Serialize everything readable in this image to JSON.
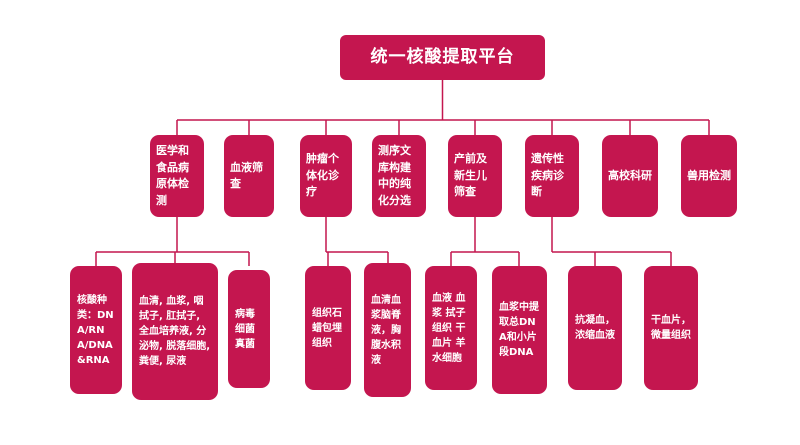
{
  "colors": {
    "node_fill": "#c4164f",
    "node_text": "#ffffff",
    "connector": "#c4164f",
    "background": "#ffffff"
  },
  "diagram": {
    "type": "tree",
    "root": {
      "label": "统一核酸提取平台"
    },
    "level2": [
      {
        "id": "medical-food-pathogen-detection",
        "label": "医学和食品病原体检测"
      },
      {
        "id": "blood-screening",
        "label": "血液筛查"
      },
      {
        "id": "personalized-tumor-therapy",
        "label": "肿瘤个体化诊疗"
      },
      {
        "id": "sequencing-library-purification",
        "label": "测序文库构建中的纯化分选"
      },
      {
        "id": "prenatal-newborn-screening",
        "label": "产前及新生儿筛查"
      },
      {
        "id": "genetic-disease-diagnosis",
        "label": "遗传性疾病诊断"
      },
      {
        "id": "university-research",
        "label": "高校科研"
      },
      {
        "id": "veterinary-testing",
        "label": "兽用检测"
      }
    ],
    "level3": [
      {
        "id": "nucleic-acid-types",
        "parent": "医学和食品病原体检测",
        "label": "核酸种类：DNA/RNA/DNA&RNA"
      },
      {
        "id": "clinical-sample-types",
        "parent": "医学和食品病原体检测",
        "label": "血清, 血浆, 咽拭子, 肛拭子, 全血培养液, 分泌物, 脱落细胞, 粪便, 尿液"
      },
      {
        "id": "virus-bacteria-fungi",
        "parent": "医学和食品病原体检测",
        "label": "病毒细菌真菌"
      },
      {
        "id": "paraffin-embedded-tissue",
        "parent": "肿瘤个体化诊疗",
        "label": "组织石蜡包埋组织"
      },
      {
        "id": "serum-plasma-csf-effusion",
        "parent": "肿瘤个体化诊疗",
        "label": "血清血浆脑脊液，胸腹水积液"
      },
      {
        "id": "blood-plasma-swab-tissue",
        "parent": "产前及新生儿筛查",
        "label": "血液 血浆 拭子 组织 干血片 羊水细胞"
      },
      {
        "id": "plasma-total-dna",
        "parent": "产前及新生儿筛查",
        "label": "血浆中提取总DNA和小片段DNA"
      },
      {
        "id": "anticoagulated-concentrated-blood",
        "parent": "遗传性疾病诊断",
        "label": "抗凝血，浓缩血液"
      },
      {
        "id": "dried-blood-spot-trace-tissue",
        "parent": "遗传性疾病诊断",
        "label": "干血片，微量组织"
      }
    ]
  }
}
